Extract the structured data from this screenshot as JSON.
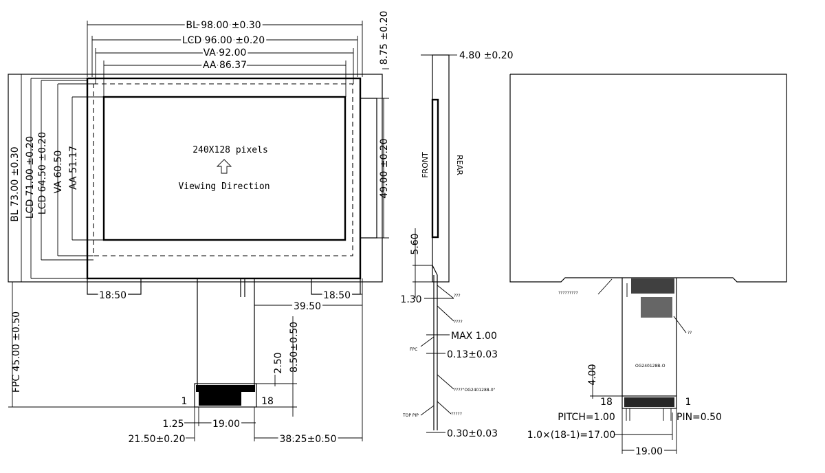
{
  "front_view": {
    "dims": {
      "bl_width": "BL  98.00 ±0.30",
      "lcd_width": "LCD 96.00 ±0.20",
      "va_width": "VA 92.00",
      "aa_width": "AA 86.37",
      "bl_height": "BL  73.00 ±0.30",
      "lcd_height": "LCD 71.00 ±0.20",
      "lcd_height_2": "LCD 64.50 ±0.20",
      "va_height": "VA 60.50",
      "aa_height": "AA 51.17",
      "right_top": "8.75 ±0.20",
      "right_mid": "49.00 ±0.20",
      "left_offset": "18.50",
      "right_offset": "18.50",
      "tail_offset": "39.50",
      "fpc_length": "FPC  45.00 ±0.50",
      "tab_height": "2.50",
      "tab_height_2": "8.50±0.50",
      "pin_first": "1",
      "pin_last": "18",
      "edge_offset": "1.25",
      "connector_width": "19.00",
      "left_pos": "21.50±0.20",
      "right_pos": "38.25±0.50"
    },
    "center_text": {
      "resolution": "240X128 pixels",
      "viewing": "Viewing Direction"
    }
  },
  "side_view": {
    "thickness": "4.80 ±0.20",
    "front_label": "FRONT",
    "rear_label": "REAR",
    "dim_560": "5.60",
    "dim_130": "1.30",
    "max": "MAX 1.00",
    "fpc_thick": "0.13±0.03",
    "stiff_thick": "0.30±0.03",
    "fpc_tag": "FPC",
    "top_tag": "TOP PIP",
    "leader_1": "???",
    "leader_2": "????",
    "leader_3": "????\"OG2401288-0\"",
    "leader_4": "?????"
  },
  "rear_view": {
    "part_code": "OG240128B-O",
    "leader_tag": "?????????",
    "leader_tag_2": "??",
    "pin_first": "1",
    "pin_last": "18",
    "dim_400": "4.00",
    "pitch": "PITCH=1.00",
    "pin": "PIN=0.50",
    "span": "1.0×(18-1)=17.00",
    "width": "19.00"
  }
}
